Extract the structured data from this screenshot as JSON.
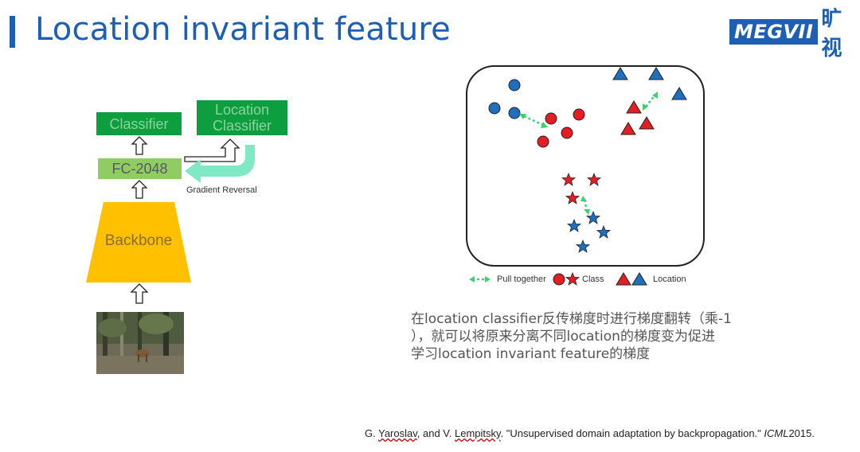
{
  "header": {
    "title": "Location invariant feature",
    "logo_text": "MEGVII",
    "logo_cn": "旷视"
  },
  "diagram": {
    "classifier_label": "Classifier",
    "location_classifier_label_line1": "Location",
    "location_classifier_label_line2": "Classifier",
    "fc_label": "FC-2048",
    "backbone_label": "Backbone",
    "gradient_reversal_label": "Gradient Reversal"
  },
  "legend": {
    "pull_together": "Pull together",
    "class_label": "Class",
    "location_label": "Location"
  },
  "description": {
    "line1": "在location classifier反传梯度时进行梯度翻转（乘-1",
    "line2": "），就可以将原来分离不同location的梯度变为促进",
    "line3": "学习location invariant feature的梯度"
  },
  "citation": {
    "author1": "G. ",
    "author1_name": "Yaroslav",
    "mid": ", and V. ",
    "author2_name": "Lempitsky",
    "title_part": ". \"Unsupervised domain adaptation by backpropagation.\" ",
    "venue": "ICML",
    "year": "2015."
  },
  "colors": {
    "brand_blue": "#1f5fb3",
    "class_red": "#e31e24",
    "location_blue": "#1f6fbf",
    "pull_green": "#3bd16f",
    "dark_green": "#0c9e3f",
    "fc_green": "#8fcc62",
    "backbone_orange": "#ffc000",
    "reversal_teal": "#7fe8c4"
  }
}
